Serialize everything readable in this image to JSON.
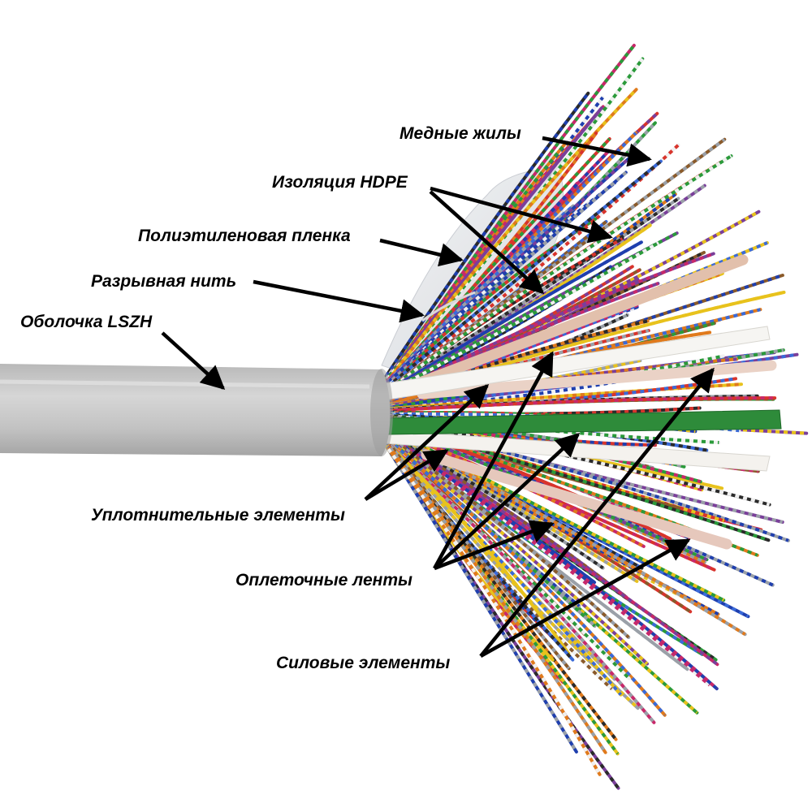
{
  "labels": {
    "copper_cores": "Медные жилы",
    "insulation": "Изоляция HDPE",
    "film": "Полиэтиленовая пленка",
    "rip_cord": "Разрывная нить",
    "sheath": "Оболочка LSZH",
    "fillers": "Уплотнительные элементы",
    "binder_tapes": "Оплеточные ленты",
    "strength_members": "Силовые элементы"
  },
  "colors": {
    "sheath": "#c4c4c4",
    "text": "#000000",
    "arrow": "#000000",
    "binder_tape_green": "#2e8b3a",
    "filler_white": "#f4f2ee",
    "strength_member": "#e8c8b8"
  },
  "wire_colors": [
    "#1f3fae",
    "#e8c21c",
    "#2a9a3a",
    "#d8342c",
    "#7a3f9a",
    "#e07a1c",
    "#2a2a2a",
    "#f0f0f0",
    "#8a5a2a",
    "#9aa0a8",
    "#3a6ad8",
    "#c8286a"
  ]
}
